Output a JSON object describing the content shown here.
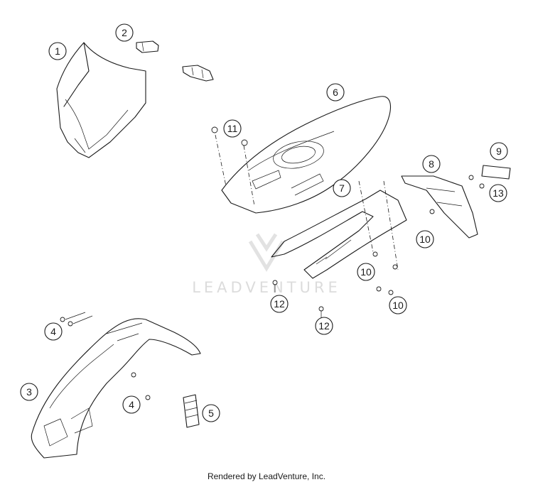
{
  "callouts": [
    "1",
    "2",
    "3",
    "4",
    "4",
    "5",
    "6",
    "7",
    "8",
    "9",
    "10",
    "10",
    "10",
    "11",
    "12",
    "12",
    "13"
  ],
  "watermark": "LEADVENTURE",
  "footer": "Rendered by LeadVenture, Inc."
}
